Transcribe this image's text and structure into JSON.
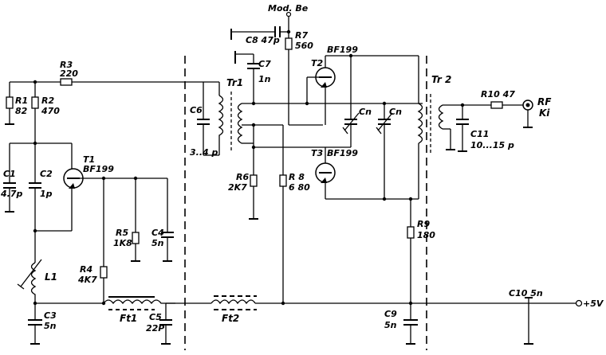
{
  "labels": {
    "mod": "Mod. Be",
    "c8": "C8 47p",
    "r7_name": "R7",
    "r7_val": "560",
    "t2": "T2",
    "t2_type": "BF199",
    "c7": "C7",
    "c7_val": "1n",
    "r3": "R3",
    "r3_val": "220",
    "tr1": "Tr1",
    "tr2": "Tr 2",
    "r10": "R10 47",
    "rf": "RF",
    "ki": "Ki",
    "r1": "R1",
    "r1_val": "82",
    "r2": "R2",
    "r2_val": "470",
    "c6": "C6",
    "c6_val": "3..4 p",
    "cn1": "Cn",
    "cn2": "Cn",
    "c11": "C11",
    "c11_val": "10...15 p",
    "t1": "T1",
    "t1_type": "BF199",
    "t3": "T3",
    "t3_type": "BF199",
    "c1": "C1",
    "c1_val": "4.7p",
    "c2": "C2",
    "c2_val": "1p",
    "r6": "R6",
    "r6_val": "2K7",
    "r8": "R 8",
    "r8_val": "6 80",
    "r9": "R9",
    "r9_val": "180",
    "r5": "R5",
    "r5_val": "1K8",
    "c4": "C4",
    "c4_val": "5n",
    "l1": "L1",
    "r4": "R4",
    "r4_val": "4K7",
    "c10": "C10 5n",
    "v5": "+5V",
    "c3": "C3",
    "c3_val": "5n",
    "ft1": "Ft1",
    "c5": "C5",
    "c5_val": "22P",
    "ft2": "Ft2",
    "c9": "C9",
    "c9_val": "5n"
  }
}
